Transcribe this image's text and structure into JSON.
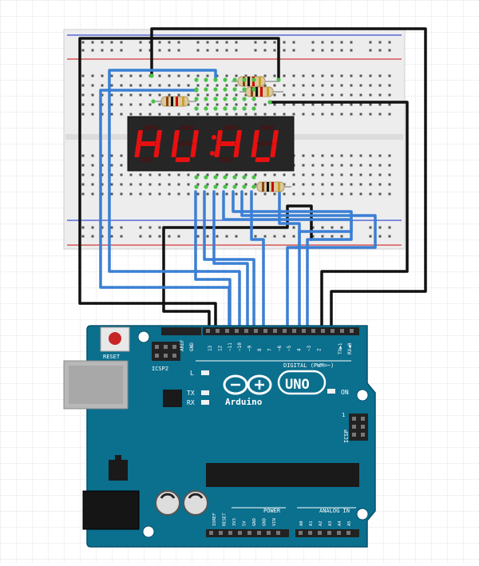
{
  "display": {
    "digits": [
      "H",
      "U",
      "H",
      "U"
    ],
    "color": "#e81010"
  },
  "colors": {
    "board": "#0b6f8e",
    "board_edge": "#06506a",
    "wire_blue": "#3a7fd4",
    "wire_black": "#111111",
    "resistor": "#dcc9a0",
    "breadboard": "#ededed",
    "rail_red": "#d23a3a",
    "rail_blue": "#3a4fd2"
  },
  "arduino": {
    "brand": "Arduino",
    "model": "UNO",
    "reset_label": "RESET",
    "icsp2_label": "ICSP2",
    "icsp_label": "ICSP",
    "led_l": "L",
    "led_tx": "TX",
    "led_rx": "RX",
    "on_label": "ON",
    "digital_label": "DIGITAL (PWM=~)",
    "power_label": "POWER",
    "analog_label": "ANALOG IN",
    "aref": "AREF",
    "gnd": "GND",
    "txd": "TX▶1",
    "rxd": "RX◀0",
    "pin_labels": [
      "13",
      "12",
      "~11",
      "~10",
      "~9",
      "8",
      "7",
      "~6",
      "~5",
      "4",
      "~3",
      "2"
    ],
    "power_pins": [
      "IOREF",
      "RESET",
      "3V3",
      "5V",
      "GND",
      "GND",
      "VIN"
    ],
    "analog_pins": [
      "A0",
      "A1",
      "A2",
      "A3",
      "A4",
      "A5"
    ]
  }
}
